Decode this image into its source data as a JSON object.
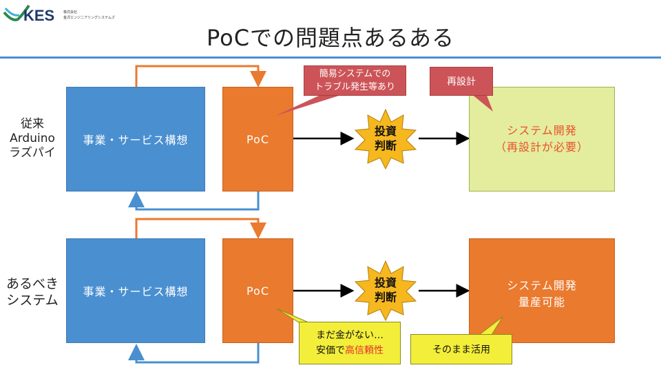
{
  "logo": {
    "brand": "KES",
    "sub1": "株式会社",
    "sub2": "金沢エンジニアリングシステムズ"
  },
  "slide": {
    "title": "PoCでの問題点あるある"
  },
  "rows": {
    "top": {
      "label_lines": [
        "従来",
        "Arduino",
        "ラズパイ"
      ]
    },
    "bottom": {
      "label_lines": [
        "あるべき",
        "システム"
      ]
    }
  },
  "boxes": {
    "business": "事業・サービス構想",
    "poc": "PoC",
    "invest_lines": [
      "投資",
      "判断"
    ],
    "system_top_lines": [
      "システム開発",
      "（再設計が必要）"
    ],
    "system_bottom_lines": [
      "システム開発",
      "量産可能"
    ]
  },
  "callouts": {
    "trouble_lines": [
      "簡易システムでの",
      "トラブル発生等あり"
    ],
    "redesign": "再設計",
    "money_line1": "まだ金がない…",
    "money_line2_prefix": "安価で",
    "money_line2_highlight": "高信頼性",
    "soonomama": "そのまま活用"
  },
  "colors": {
    "blue": "#4a8fd0",
    "orange": "#ea7a2e",
    "lime": "#e4ec9d",
    "red_callout": "#cc5458",
    "yellow_callout": "#f3ee3a",
    "star": "#f6b71f",
    "title_rule": "#4a8fd0",
    "highlight_text": "#e8302c"
  }
}
